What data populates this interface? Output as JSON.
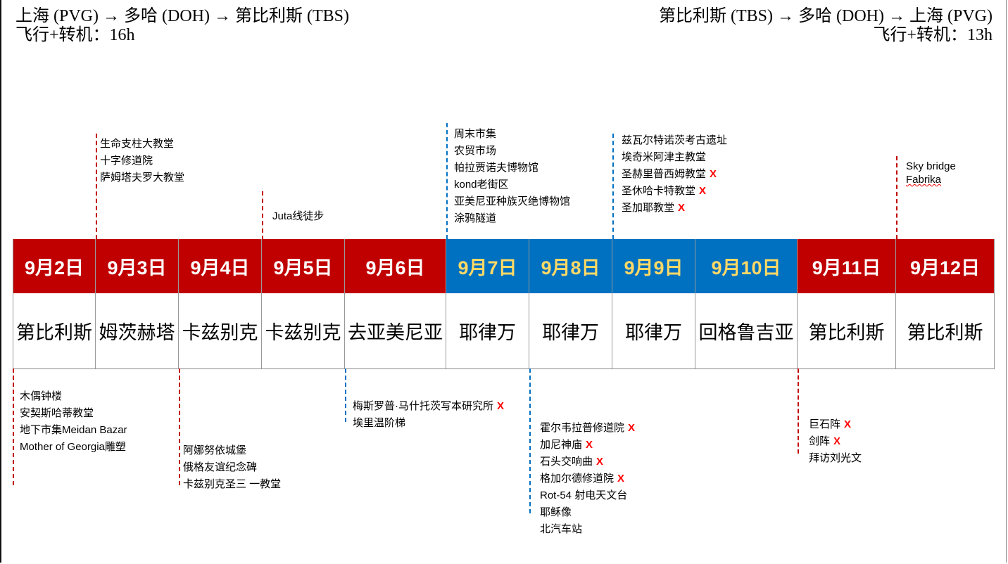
{
  "outbound": {
    "route": "上海 (PVG) → 多哈 (DOH) → 第比利斯 (TBS)",
    "duration": "飞行+转机：16h"
  },
  "return": {
    "route": "第比利斯 (TBS) → 多哈 (DOH) → 上海 (PVG)",
    "duration": "飞行+转机：13h"
  },
  "colors": {
    "red": "#c00000",
    "blue": "#0070c0",
    "yellow": "#ffd966",
    "x_mark": "#ff0000"
  },
  "days": [
    {
      "date": "9月2日",
      "city": "第比利斯",
      "color": "red"
    },
    {
      "date": "9月3日",
      "city": "姆茨赫塔",
      "color": "red"
    },
    {
      "date": "9月4日",
      "city": "卡兹别克",
      "color": "red"
    },
    {
      "date": "9月5日",
      "city": "卡兹别克",
      "color": "red"
    },
    {
      "date": "9月6日",
      "city": "去亚美尼亚",
      "color": "red"
    },
    {
      "date": "9月7日",
      "city": "耶律万",
      "color": "blue"
    },
    {
      "date": "9月8日",
      "city": "耶律万",
      "color": "blue"
    },
    {
      "date": "9月9日",
      "city": "耶律万",
      "color": "blue"
    },
    {
      "date": "9月10日",
      "city": "回格鲁吉亚",
      "color": "blue"
    },
    {
      "date": "9月11日",
      "city": "第比利斯",
      "color": "red"
    },
    {
      "date": "9月12日",
      "city": "第比利斯",
      "color": "red"
    }
  ],
  "annotations": [
    {
      "day": "9月3日",
      "side": "top",
      "color": "red",
      "items": [
        {
          "text": "生命支柱大教堂"
        },
        {
          "text": "十字修道院"
        },
        {
          "text": "萨姆塔夫罗大教堂"
        }
      ]
    },
    {
      "day": "9月5日",
      "side": "top",
      "color": "red",
      "items": [
        {
          "text": "Juta线徒步"
        }
      ]
    },
    {
      "day": "9月7日",
      "side": "top",
      "color": "blue",
      "items": [
        {
          "text": "周末市集"
        },
        {
          "text": "农贸市场"
        },
        {
          "text": "帕拉贾诺夫博物馆"
        },
        {
          "text": "kond老街区"
        },
        {
          "text": "亚美尼亚种族灭绝博物馆"
        },
        {
          "text": "涂鸦隧道"
        }
      ]
    },
    {
      "day": "9月9日",
      "side": "top",
      "color": "blue",
      "items": [
        {
          "text": "兹瓦尔特诺茨考古遗址"
        },
        {
          "text": "埃奇米阿津主教堂"
        },
        {
          "text": "圣赫里普西姆教堂",
          "mark": "X"
        },
        {
          "text": "圣休哈卡特教堂",
          "mark": "X"
        },
        {
          "text": "圣加耶教堂",
          "mark": "X"
        }
      ]
    },
    {
      "day": "9月12日",
      "side": "top",
      "color": "red",
      "items": [
        {
          "text": "Sky bridge"
        },
        {
          "text": "Fabrika"
        }
      ]
    },
    {
      "day": "9月2日",
      "side": "bottom",
      "color": "red",
      "items": [
        {
          "text": "木偶钟楼"
        },
        {
          "text": "安契斯哈蒂教堂"
        },
        {
          "text": "地下市集Meidan Bazar"
        },
        {
          "text": "Mother of Georgia雕塑"
        }
      ]
    },
    {
      "day": "9月4日",
      "side": "bottom",
      "color": "red",
      "items": [
        {
          "text": "阿娜努依城堡"
        },
        {
          "text": "俄格友谊纪念碑"
        },
        {
          "text": "卡兹别克圣三 一教堂"
        }
      ]
    },
    {
      "day": "9月6日",
      "side": "bottom",
      "color": "blue",
      "items": [
        {
          "text": "梅斯罗普·马什托茨写本研究所",
          "mark": "X"
        },
        {
          "text": "埃里温阶梯"
        }
      ]
    },
    {
      "day": "9月8日",
      "side": "bottom",
      "color": "blue",
      "items": [
        {
          "text": "霍尔韦拉普修道院",
          "mark": "X"
        },
        {
          "text": "加尼神庙",
          "mark": "X"
        },
        {
          "text": "石头交响曲",
          "mark": "X"
        },
        {
          "text": "格加尔德修道院",
          "mark": "X"
        },
        {
          "text": "Rot-54 射电天文台"
        },
        {
          "text": "耶稣像"
        },
        {
          "text": "北汽车站"
        }
      ]
    },
    {
      "day": "9月11日",
      "side": "bottom",
      "color": "red",
      "items": [
        {
          "text": "巨石阵",
          "mark": "X"
        },
        {
          "text": "剑阵",
          "mark": "X"
        },
        {
          "text": "拜访刘光文"
        }
      ]
    }
  ]
}
